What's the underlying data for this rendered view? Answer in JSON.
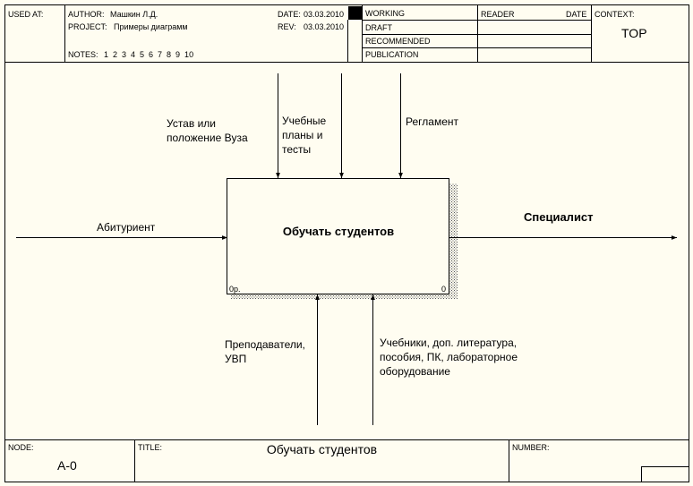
{
  "header": {
    "used_at": "USED AT:",
    "author_label": "AUTHOR:",
    "author": "Машкин Л.Д.",
    "project_label": "PROJECT:",
    "project": "Примеры диаграмм",
    "notes_label": "NOTES:",
    "notes": "1  2  3  4  5  6  7  8  9  10",
    "date_label": "DATE:",
    "date": "03.03.2010",
    "rev_label": "REV:",
    "rev": "03.03.2010",
    "status_working": "WORKING",
    "status_draft": "DRAFT",
    "status_recommended": "RECOMMENDED",
    "status_publication": "PUBLICATION",
    "reader_label": "READER",
    "reader_date_label": "DATE",
    "context_label": "CONTEXT:",
    "context_value": "TOP"
  },
  "diagram": {
    "activity": "Обучать студентов",
    "activity_cost": "0р.",
    "activity_number": "0",
    "inputs": [
      "Абитуриент"
    ],
    "outputs": [
      "Специалист"
    ],
    "controls": [
      "Устав или положение Вуза",
      "Учебные планы и тесты",
      "Регламент"
    ],
    "mechanisms": [
      "Преподаватели, УВП",
      "Учебники, доп. литература, пособия, ПК, лабораторное оборудование"
    ]
  },
  "footer": {
    "node_label": "NODE:",
    "node": "A-0",
    "title_label": "TITLE:",
    "title": "Обучать студентов",
    "number_label": "NUMBER:"
  }
}
